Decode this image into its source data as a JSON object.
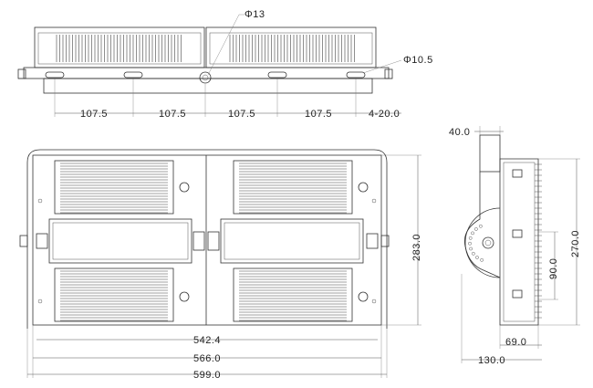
{
  "drawing": {
    "top_view": {
      "hole_large_label": "Φ13",
      "hole_small_label": "Φ10.5",
      "spacings": [
        "107.5",
        "107.5",
        "107.5",
        "107.5"
      ],
      "slot_label": "4-20.0"
    },
    "front_view": {
      "width_542": "542.4",
      "width_566": "566.0",
      "width_599": "599.0",
      "height_283": "283.0"
    },
    "side_view": {
      "top_40": "40.0",
      "height_270": "270.0",
      "mid_90": "90.0",
      "base_69": "69.0",
      "depth_130": "130.0"
    }
  }
}
